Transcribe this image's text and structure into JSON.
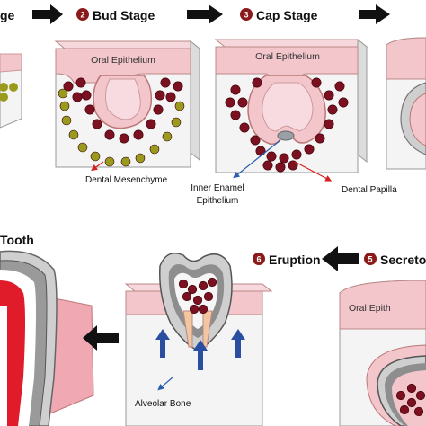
{
  "stages": {
    "s1_partial": "ge",
    "s2_num": "2",
    "s2_title": "Bud Stage",
    "s3_num": "3",
    "s3_title": "Cap Stage",
    "s5_num": "5",
    "s5_title": "Secreto",
    "s6_num": "6",
    "s6_title": "Eruption",
    "tooth_partial": "Tooth"
  },
  "labels": {
    "oral_epithelium_bud": "Oral Epithelium",
    "oral_epithelium_cap": "Oral Epithelium",
    "oral_epithelium_sec": "Oral Epith",
    "dental_mesenchyme": "Dental Mesenchyme",
    "inner_enamel_line1": "Inner Enamel",
    "inner_enamel_line2": "Epithelium",
    "dental_papilla": "Dental Papilla",
    "alveolar_bone": "Alveolar Bone"
  },
  "colors": {
    "arrow": "#111111",
    "num_badge": "#8b1a1a",
    "epithelium": "#f3c6cb",
    "dark_cell": "#7a1020",
    "olive_cell": "#9a9a1e",
    "block": "#f4f4f4",
    "label_arrow_red": "#d42020",
    "label_arrow_blue": "#2a5fb0"
  }
}
